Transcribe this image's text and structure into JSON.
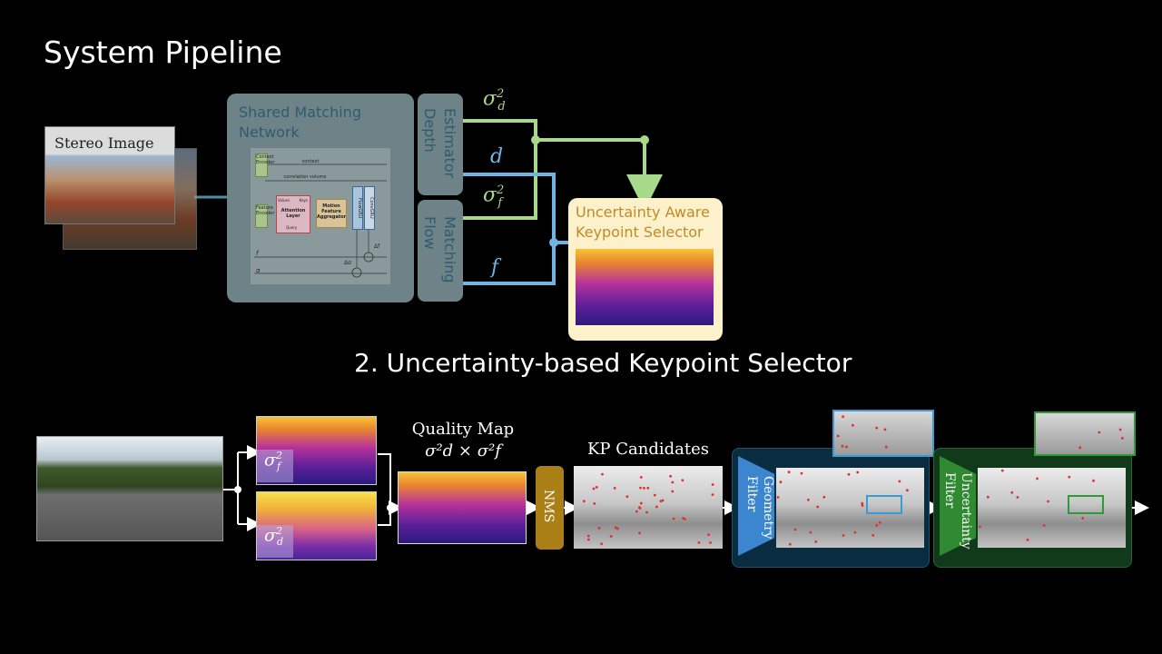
{
  "slide": {
    "title": "System Pipeline",
    "subtitle": "2. Uncertainty-based Keypoint Selector"
  },
  "top": {
    "stereo_label": "Stereo Image",
    "matching_label_1": "Shared Matching",
    "matching_label_2": "Network",
    "depth_label_1": "Depth",
    "depth_label_2": "Estimator",
    "flow_label_1": "Flow",
    "flow_label_2": "Matching",
    "sigma_d": "σ",
    "sigma_d_sub": "d",
    "sigma_sup": "2",
    "d_label": "d",
    "sigma_f": "σ",
    "sigma_f_sub": "f",
    "f_label": "f",
    "selector_label_1": "Uncertainty Aware",
    "selector_label_2": "Keypoint Selector",
    "inner": {
      "context_encoder": "Context Encoder",
      "context": "context",
      "correlation_volume": "correlation volume",
      "feature_encoder": "Feature Encoder",
      "values": "Values",
      "keys": "Keys",
      "attention_layer": "Attention Layer",
      "query": "Query",
      "motion_aggregator": "Motion Feature Aggregator",
      "flowgru": "FlowGRU",
      "convgru": "ConvGRU",
      "f_small": "f",
      "sigma_small": "σ",
      "delta_sigma": "Δσ",
      "delta_f": "Δf"
    }
  },
  "bottom": {
    "sigma": "σ",
    "f_sub": "f",
    "d_sub": "d",
    "sup": "2",
    "quality_map_label": "Quality Map",
    "quality_formula": "σ²d × σ²f",
    "nms_label": "NMS",
    "kp_candidates_label": "KP Candidates",
    "geometry_filter_1": "Geometry",
    "geometry_filter_2": "Filter",
    "uncertainty_filter_1": "Uncertainty",
    "uncertainty_filter_2": "Filter"
  },
  "colors": {
    "green": "#a8d98a",
    "blue": "#6fb5e3",
    "gold": "#a97f16",
    "cream": "#fdf1cc"
  }
}
